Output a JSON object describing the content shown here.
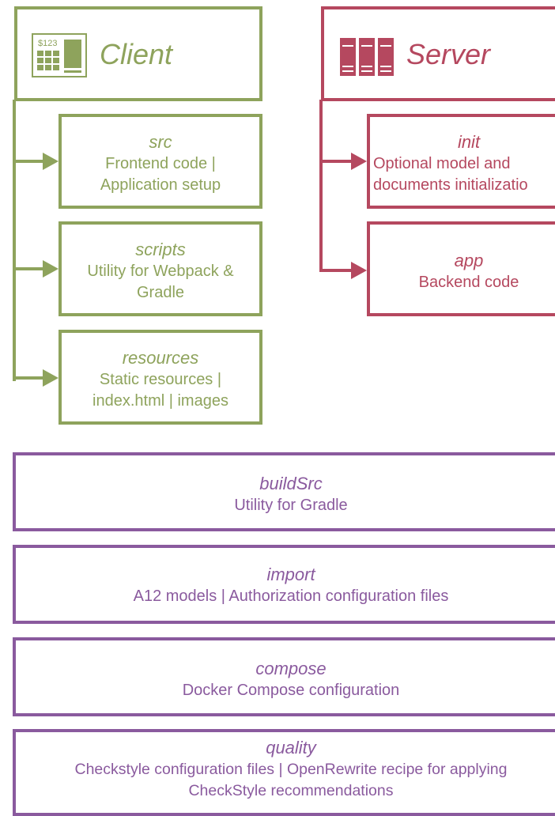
{
  "client": {
    "title": "Client",
    "icon_text": "$123",
    "folders": [
      {
        "name": "src",
        "desc": "Frontend code |\nApplication setup"
      },
      {
        "name": "scripts",
        "desc": "Utility for Webpack &\nGradle"
      },
      {
        "name": "resources",
        "desc": "Static resources |\nindex.html | images"
      }
    ]
  },
  "server": {
    "title": "Server",
    "folders": [
      {
        "name": "init",
        "desc": "Optional model and\ndocuments initializatio"
      },
      {
        "name": "app",
        "desc": "Backend code"
      }
    ]
  },
  "shared": [
    {
      "name": "buildSrc",
      "desc": "Utility for Gradle"
    },
    {
      "name": "import",
      "desc": "A12 models | Authorization configuration files"
    },
    {
      "name": "compose",
      "desc": "Docker Compose configuration"
    },
    {
      "name": "quality",
      "desc": "Checkstyle configuration files | OpenRewrite recipe for applying\nCheckStyle recommendations"
    }
  ],
  "colors": {
    "client": "#8ea35c",
    "server": "#b5485f",
    "shared": "#8a5a9e"
  }
}
